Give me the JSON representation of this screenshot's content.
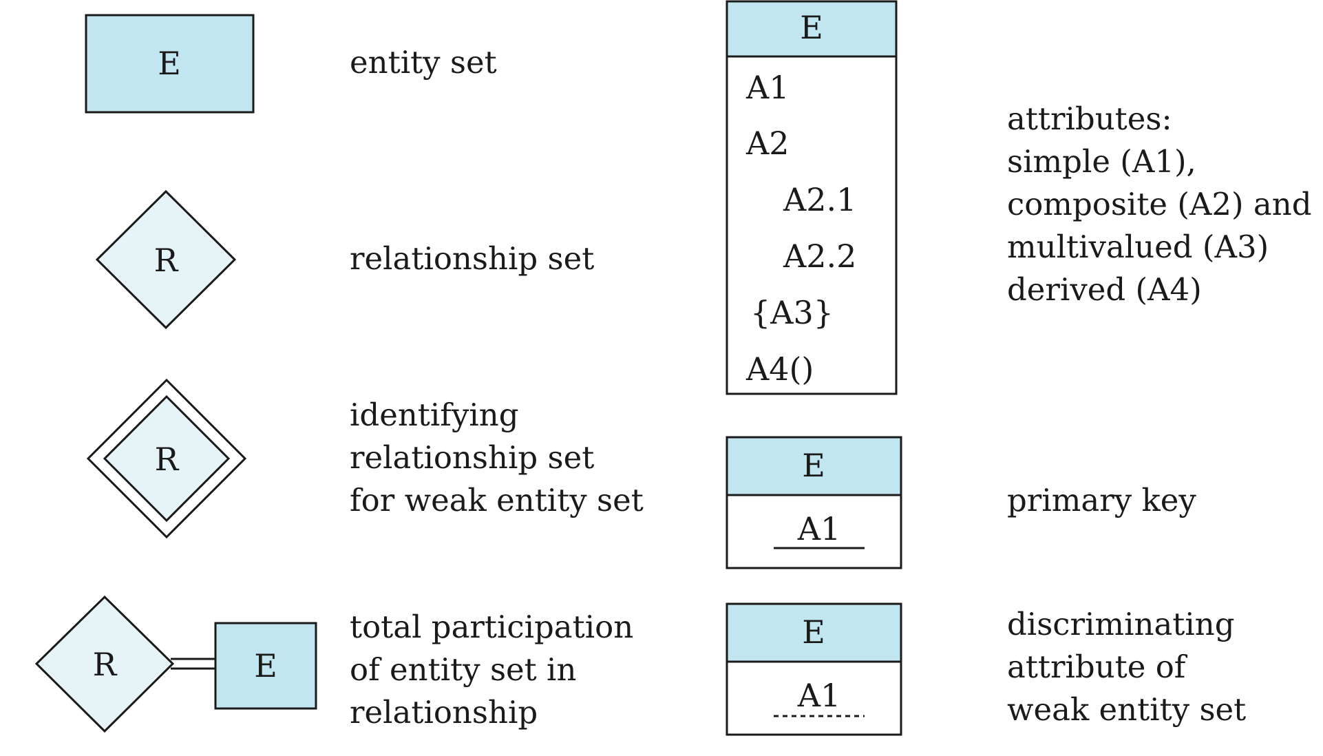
{
  "colors": {
    "entity_fill": "#c2e6f0",
    "relationship_fill": "#e6f4f8",
    "attribute_box_fill": "#ffffff",
    "stroke": "#1a1a1a"
  },
  "left_column": {
    "entity_set": {
      "symbol": "E",
      "lines": [
        "entity set"
      ]
    },
    "relationship_set": {
      "symbol": "R",
      "lines": [
        "relationship set"
      ]
    },
    "identifying_relationship": {
      "symbol": "R",
      "lines": [
        "identifying",
        "relationship set",
        "for weak entity set"
      ]
    },
    "total_participation": {
      "relationship_symbol": "R",
      "entity_symbol": "E",
      "lines": [
        "total participation",
        "of entity set in",
        "relationship"
      ]
    }
  },
  "right_column": {
    "attributes": {
      "entity_symbol": "E",
      "attribute_items": [
        {
          "text": "A1",
          "indent": false
        },
        {
          "text": "A2",
          "indent": false
        },
        {
          "text": "A2.1",
          "indent": true
        },
        {
          "text": "A2.2",
          "indent": true
        },
        {
          "text": "{A3}",
          "indent": false
        },
        {
          "text": "A4()",
          "indent": false
        }
      ],
      "lines": [
        "attributes:",
        "simple (A1),",
        "composite (A2) and",
        "multivalued (A3)",
        "derived (A4)"
      ]
    },
    "primary_key": {
      "entity_symbol": "E",
      "attribute": "A1",
      "underline": "solid",
      "lines": [
        "primary key"
      ]
    },
    "discriminating_attribute": {
      "entity_symbol": "E",
      "attribute": "A1",
      "underline": "dashed",
      "lines": [
        "discriminating",
        "attribute of",
        "weak entity set"
      ]
    }
  }
}
